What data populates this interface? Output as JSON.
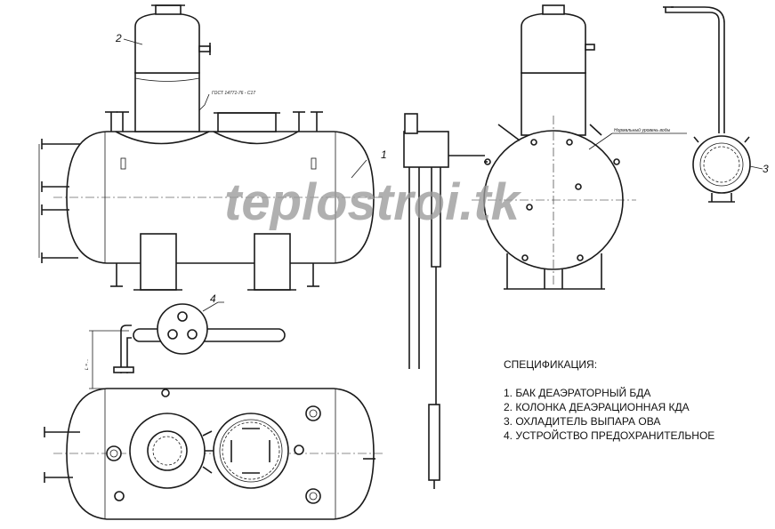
{
  "callouts": [
    "1",
    "2",
    "3",
    "4"
  ],
  "gost_label": "ГОСТ 14771-76 - С17",
  "water_level_label": "Нормальный уровень воды",
  "dimension_label": "L = ...",
  "watermark": "teplostroi.tk",
  "spec": {
    "title": "СПЕЦИФИКАЦИЯ:",
    "items": [
      "1. БАК ДЕАЭРАТОРНЫЙ БДА",
      "2. КОЛОНКА ДЕАЭРАЦИОННАЯ КДА",
      "3. ОХЛАДИТЕЛЬ ВЫПАРА ОВА",
      "4. УСТРОЙСТВО ПРЕДОХРАНИТЕЛЬНОЕ"
    ]
  }
}
